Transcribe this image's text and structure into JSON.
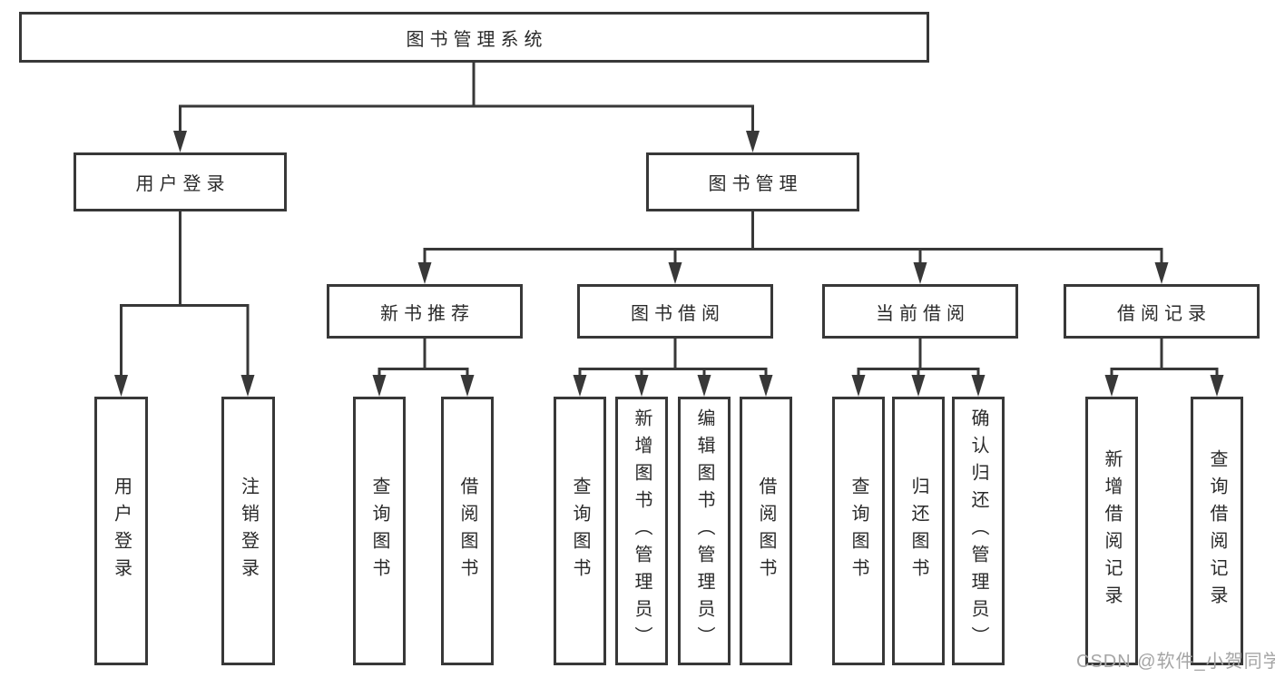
{
  "tree": {
    "root": "图书管理系统",
    "branches": [
      {
        "label": "用户登录",
        "children": [
          "用户登录",
          "注销登录"
        ]
      },
      {
        "label": "图书管理",
        "groups": [
          {
            "label": "新书推荐",
            "children": [
              "查询图书",
              "借阅图书"
            ]
          },
          {
            "label": "图书借阅",
            "children": [
              "查询图书",
              "新增图书（管理员）",
              "编辑图书（管理员）",
              "借阅图书"
            ]
          },
          {
            "label": "当前借阅",
            "children": [
              "查询图书",
              "归还图书",
              "确认归还（管理员）"
            ]
          },
          {
            "label": "借阅记录",
            "children": [
              "新增借阅记录",
              "查询借阅记录"
            ]
          }
        ]
      }
    ]
  },
  "watermark": {
    "text": "CSDN @软件_小贺同学"
  },
  "colors": {
    "line": "#383838",
    "text": "#2a2a2a",
    "watermark": "#a5a5a5",
    "background": "#ffffff"
  }
}
